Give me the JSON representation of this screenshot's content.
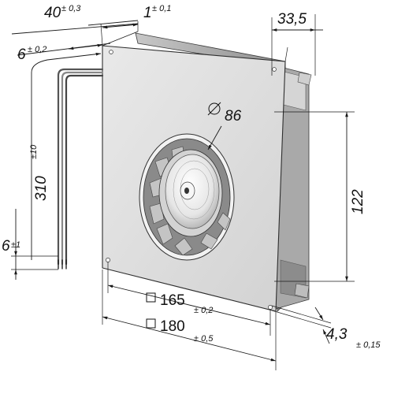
{
  "dimensions": {
    "depth": {
      "value": "40",
      "tolerance": "± 0,3"
    },
    "flange": {
      "value": "1",
      "tolerance": "± 0,1"
    },
    "offset": {
      "value": "6",
      "tolerance": "± 0,2"
    },
    "width_right": {
      "value": "33,5"
    },
    "diameter": {
      "value": "86"
    },
    "cable_length": {
      "value": "310",
      "tolerance": "±10"
    },
    "strip_length": {
      "value": "6",
      "tolerance": "±1"
    },
    "height": {
      "value": "122"
    },
    "square_165": {
      "value": "165",
      "tolerance": "± 0,2"
    },
    "square_180": {
      "value": "180",
      "tolerance": "± 0,5"
    },
    "hole": {
      "value": "4,3",
      "tolerance": "± 0,15"
    }
  },
  "colors": {
    "plate": "#dcdcdc",
    "edge": "#3a3a3a",
    "shadow": "#9a9a9a",
    "impeller": "#b8b8b8",
    "hub": "#f2f2f2"
  }
}
